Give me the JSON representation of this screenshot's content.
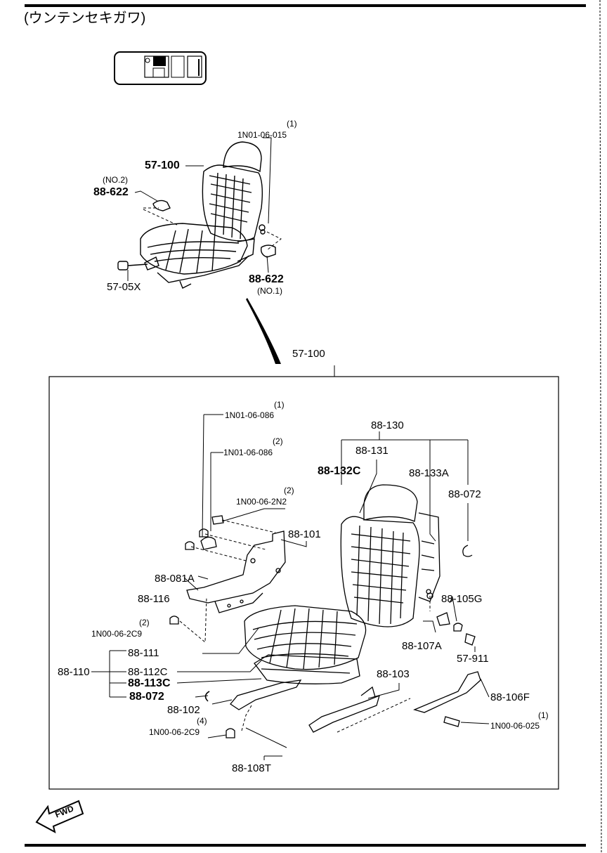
{
  "header": {
    "title": "(ウンテンセキガワ)"
  },
  "callouts": {
    "top": {
      "c_1n01_015_q": "(1)",
      "c_1n01_015": "1N01-06-015",
      "c_57_100": "57-100",
      "c_no2": "(NO.2)",
      "c_88_622_a": "88-622",
      "c_57_05x": "57-05X",
      "c_88_622_b": "88-622",
      "c_no1": "(NO.1)",
      "c_57_100_box": "57-100"
    },
    "detail": {
      "q1a": "(1)",
      "p1n01_086_a": "1N01-06-086",
      "q2a": "(2)",
      "p1n01_086_b": "1N01-06-086",
      "q2b": "(2)",
      "p1n00_2n2": "1N00-06-2N2",
      "p88_101": "88-101",
      "p88_081a": "88-081A",
      "p88_116": "88-116",
      "q2c": "(2)",
      "p1n00_2c9_a": "1N00-06-2C9",
      "p88_111": "88-111",
      "p88_110": "88-110",
      "p88_112c": "88-112C",
      "p88_113c": "88-113C",
      "p88_072_a": "88-072",
      "p88_102": "88-102",
      "q4": "(4)",
      "p1n00_2c9_b": "1N00-06-2C9",
      "p88_108t": "88-108T",
      "p88_103": "88-103",
      "p88_106f": "88-106F",
      "q1b": "(1)",
      "p1n00_025": "1N00-06-025",
      "p88_130": "88-130",
      "p88_131": "88-131",
      "p88_132c": "88-132C",
      "p88_133a": "88-133A",
      "p88_072_b": "88-072",
      "p88_105g": "88-105G",
      "p88_107a": "88-107A",
      "p57_911": "57-911"
    }
  },
  "footer": {
    "fwd": "FWD"
  }
}
